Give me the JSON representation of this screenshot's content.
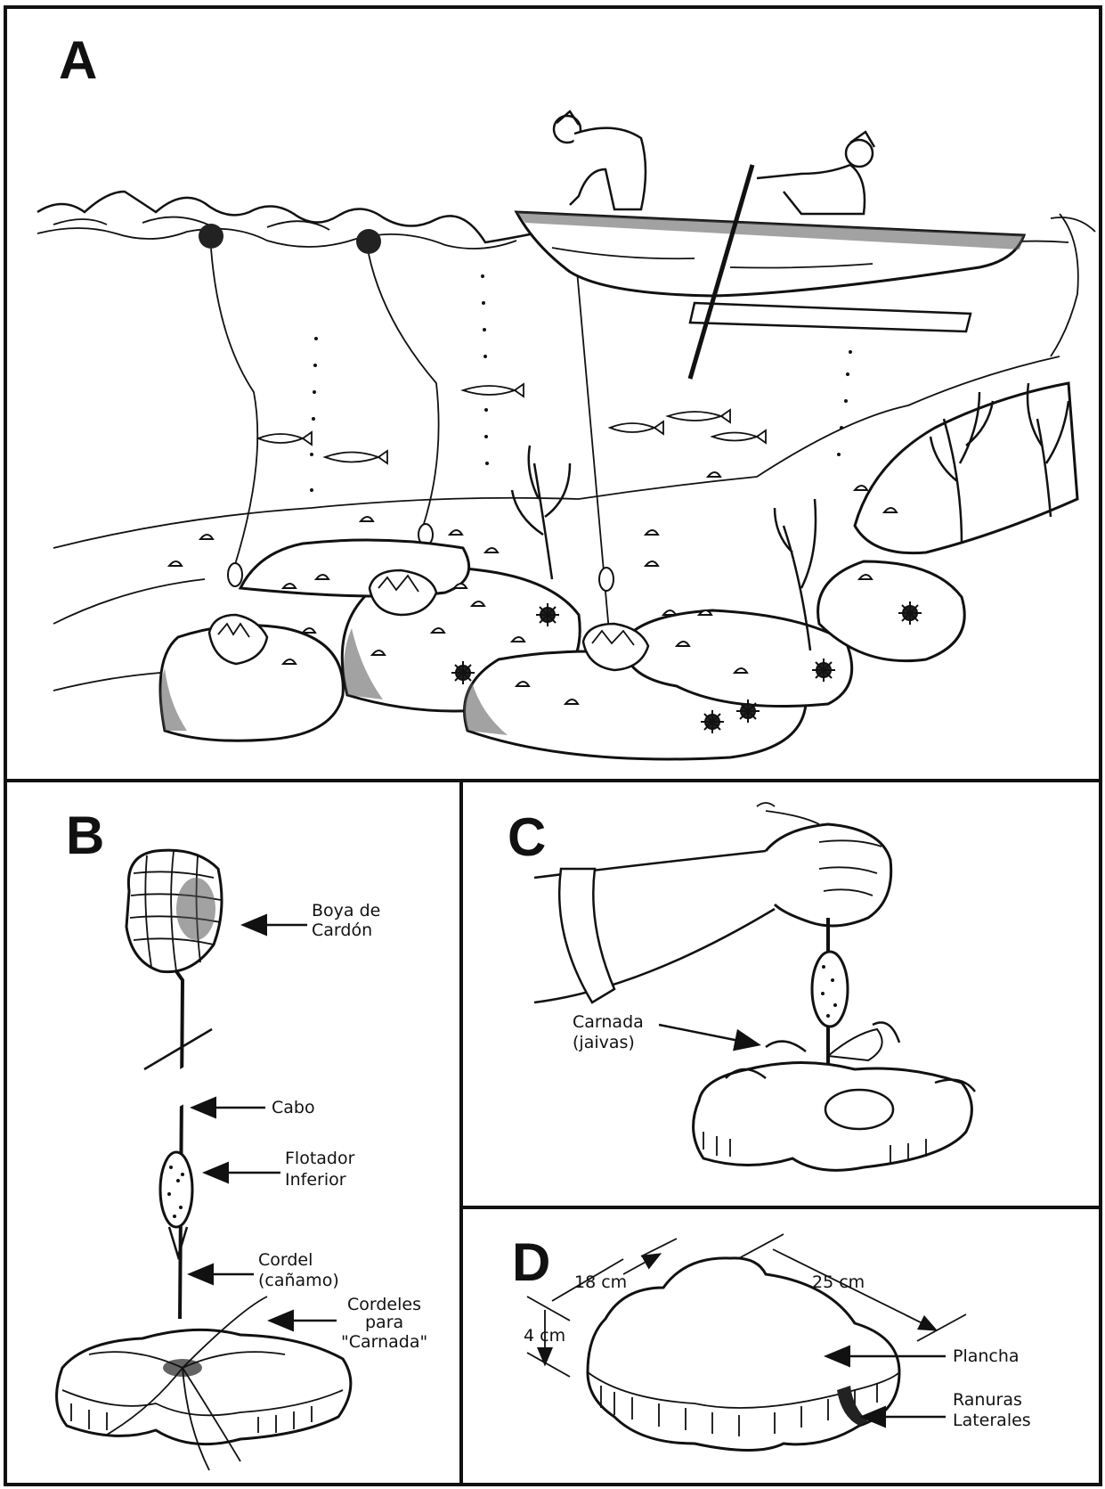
{
  "panels": {
    "a": {
      "letter": "A"
    },
    "b": {
      "letter": "B",
      "labels": {
        "buoy_1": "Boya de",
        "buoy_2": "Cardón",
        "rope": "Cabo",
        "float_1": "Flotador",
        "float_2": "Inferior",
        "cord_1": "Cordel",
        "cord_2": "(cañamo)",
        "bait_cords_1": "Cordeles",
        "bait_cords_2": "para",
        "bait_cords_3": "\"Carnada\""
      }
    },
    "c": {
      "letter": "C",
      "labels": {
        "bait_1": "Carnada",
        "bait_2": "(jaivas)"
      }
    },
    "d": {
      "letter": "D",
      "labels": {
        "dim_width": "18 cm",
        "dim_length": "25 cm",
        "dim_height": "4 cm",
        "plate": "Plancha",
        "grooves_1": "Ranuras",
        "grooves_2": "Laterales"
      }
    }
  },
  "colors": {
    "ink": "#111111",
    "paper": "#ffffff"
  }
}
